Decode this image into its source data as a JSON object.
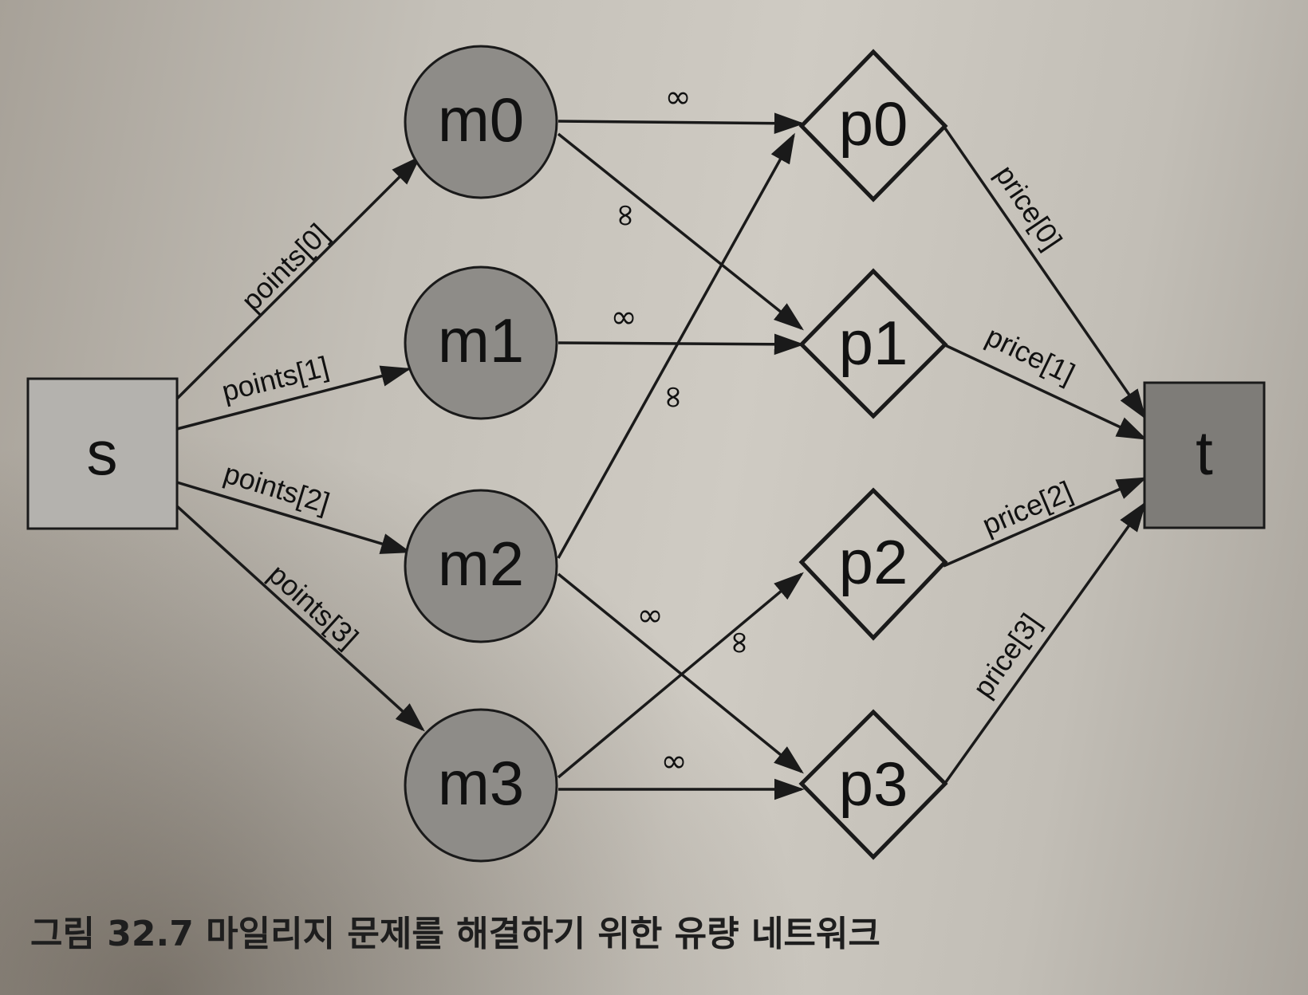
{
  "caption": "그림 32.7 마일리지 문제를 해결하기 위한 유량 네트워크",
  "nodes": {
    "s": "s",
    "t": "t",
    "m0": "m0",
    "m1": "m1",
    "m2": "m2",
    "m3": "m3",
    "p0": "p0",
    "p1": "p1",
    "p2": "p2",
    "p3": "p3"
  },
  "edge_labels": {
    "s_m0": "points[0]",
    "s_m1": "points[1]",
    "s_m2": "points[2]",
    "s_m3": "points[3]",
    "p0_t": "price[0]",
    "p1_t": "price[1]",
    "p2_t": "price[2]",
    "p3_t": "price[3]",
    "infinity": "∞"
  },
  "colors": {
    "source_fill": "#b4b2ae",
    "sink_fill": "#7e7c78",
    "circle_fill": "#8e8c88",
    "stroke": "#1a1a1a"
  }
}
